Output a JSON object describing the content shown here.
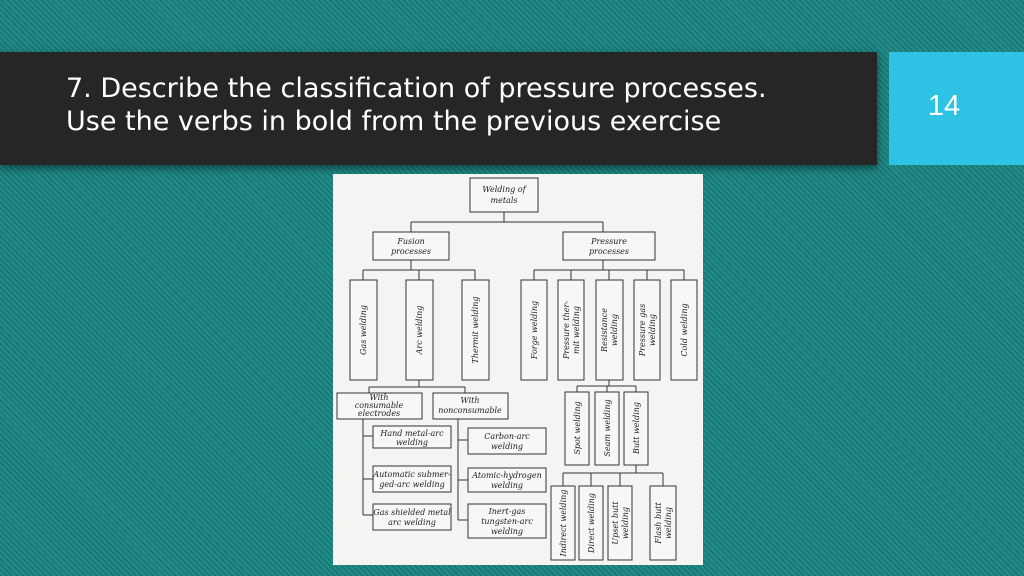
{
  "slide": {
    "title_line1": "7. Describe the classification of pressure processes.",
    "title_line2": "Use the verbs in bold from the previous exercise",
    "number": "14"
  },
  "diagram": {
    "root": [
      "Welding of",
      "metals"
    ],
    "fusion": [
      "Fusion",
      "processes"
    ],
    "pressure": [
      "Pressure",
      "processes"
    ],
    "gas": "Gas welding",
    "arc": "Arc welding",
    "thermit": "Thermit welding",
    "forge": "Forge welding",
    "thermit_pressure": [
      "Pressure ther-",
      "mit welding"
    ],
    "resistance": [
      "Resistance",
      "welding"
    ],
    "pressure_gas": [
      "Pressure gas",
      "welding"
    ],
    "cold": "Cold welding",
    "consumable": [
      "With",
      "consumable",
      "electrodes"
    ],
    "nonconsumable": [
      "With",
      "nonconsumable"
    ],
    "hand_metal_arc": [
      "Hand metal-arc",
      "welding"
    ],
    "automatic": [
      "Automatic submer-",
      "ged-arc welding"
    ],
    "gas_shielded": [
      "Gas shielded metal",
      "arc welding"
    ],
    "carbon_arc": [
      "Carbon-arc",
      "welding"
    ],
    "atomic_hydrogen": [
      "Atomic-hydrogen",
      "welding"
    ],
    "inert_gas": [
      "Inert-gas",
      "tungsten-arc",
      "welding"
    ],
    "spot": "Spot welding",
    "seam": "Seam welding",
    "butt": "Butt welding",
    "indirect": "Indirect welding",
    "direct": "Direct welding",
    "upset_butt": [
      "Upset butt",
      "welding"
    ],
    "flash_butt": [
      "Flash butt",
      "welding"
    ]
  }
}
